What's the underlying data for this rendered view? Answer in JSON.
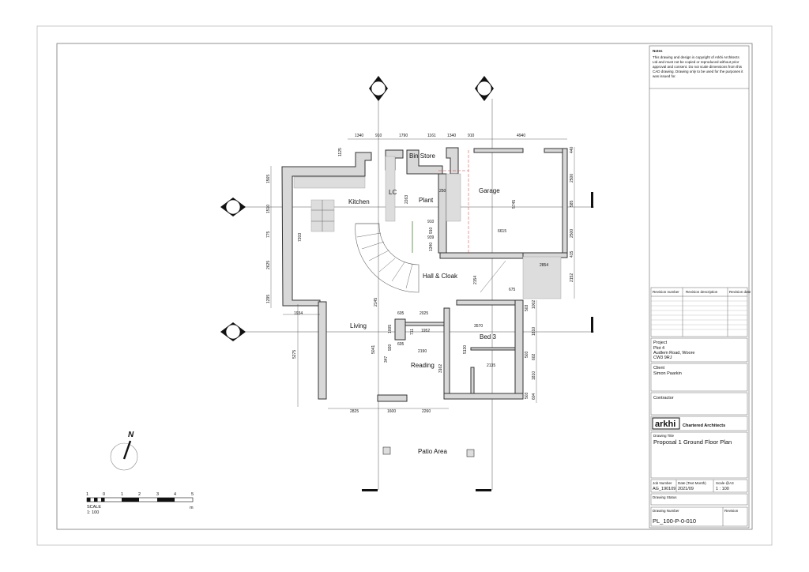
{
  "title_block": {
    "notes_heading": "Notes",
    "notes_text": [
      "This drawing and design is copyright of Arkhi Architects",
      "Ltd and must not be copied or reproduced without prior",
      "approval and consent. Do not scale dimensions from this",
      "CAD drawing. Drawing only to be used for the purposes it",
      "was issued for."
    ],
    "revision_headers": [
      "Revision number",
      "Revision description",
      "Revision date"
    ],
    "project_label": "Project",
    "project_lines": [
      "Plot 4",
      "Audlem Road, Woore",
      "CW3 9RJ"
    ],
    "client_label": "Client",
    "client_name": "Simon Paarkin",
    "contractor_label": "Contractor",
    "logo_text": "arkhi",
    "company_name": "Chartered Architects",
    "drawing_title_label": "Drawing Title",
    "drawing_title": "Proposal 1 Ground Floor Plan",
    "job_number_label": "Job Number",
    "job_number": "AG_190109",
    "date_label": "Date (Text Month)",
    "date": "2021/09",
    "scale_label": "Scale @A3",
    "scale": "1 : 100",
    "drawing_status_label": "Drawing Status",
    "drawing_number_label": "Drawing Number",
    "drawing_number": "PL_100-P-0-010",
    "revision_label": "Revision"
  },
  "rooms": [
    "Kitchen",
    "LC",
    "Bin Store",
    "Plant",
    "Garage",
    "Hall & Cloak",
    "Living",
    "Bed 3",
    "Reading",
    "Patio Area"
  ],
  "dims": {
    "top": [
      "1340",
      "910",
      "1790",
      "1161",
      "1340",
      "910",
      "4940"
    ],
    "left": [
      "1125",
      "1565",
      "1510",
      "775",
      "2625",
      "1295",
      "7203",
      "1934",
      "5275"
    ],
    "right": [
      "440",
      "2500",
      "585",
      "2500",
      "415",
      "2152",
      "2854",
      "675"
    ],
    "bed": [
      "1002",
      "1810",
      "602",
      "1810",
      "604",
      "503",
      "503",
      "503"
    ],
    "bottom": [
      "2825",
      "1600",
      "2260"
    ],
    "inner": [
      "2263",
      "250",
      "910",
      "910",
      "939",
      "1340",
      "5745",
      "6615",
      "2154",
      "2145",
      "605",
      "2025",
      "1005",
      "711",
      "1952",
      "605",
      "920",
      "347",
      "2190",
      "5041",
      "3162",
      "3570",
      "5130",
      "2135"
    ]
  },
  "north_label": "N",
  "scale_bar": {
    "ticks": [
      "1",
      "0",
      "1",
      "2",
      "3",
      "4",
      "5"
    ],
    "unit": "m",
    "label": "SCALE",
    "ratio": "1: 100"
  }
}
